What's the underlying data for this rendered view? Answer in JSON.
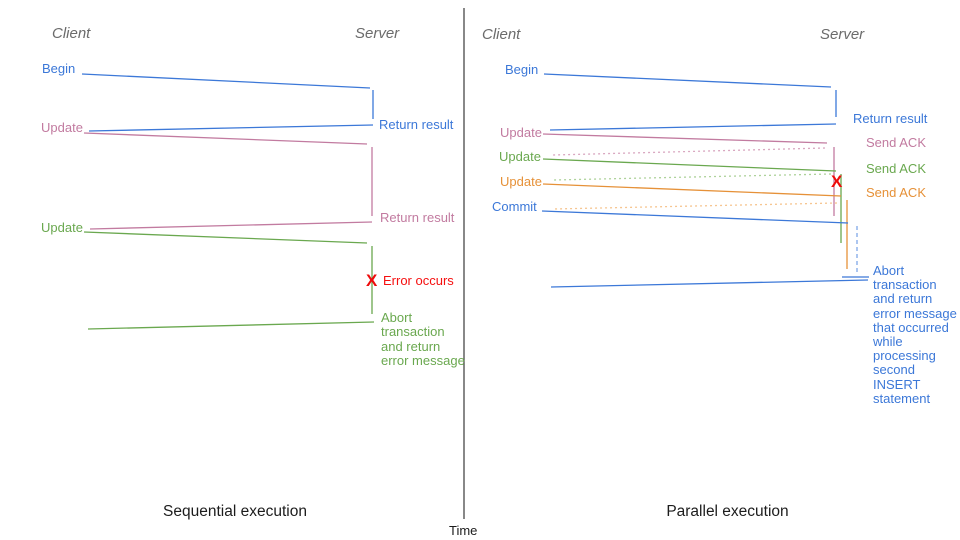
{
  "colors": {
    "blue": "#3c78d8",
    "pink": "#c27ba0",
    "green": "#6aa84f",
    "orange": "#e69138",
    "red": "#ee0b0b",
    "pink_light": "#d9a7c0",
    "green_light": "#aed29a",
    "orange_light": "#f6c590",
    "blue_light": "#7fa8e8",
    "header_gray": "#6b6b6b",
    "axis_dark": "#3a3a3a"
  },
  "time_label": "Time",
  "sequential": {
    "title": "Sequential execution",
    "client": "Client",
    "server": "Server",
    "begin": "Begin",
    "return_result_1": "Return result",
    "update_1": "Update",
    "return_result_2": "Return result",
    "update_2": "Update",
    "error_mark": "X",
    "error_label": "Error occurs",
    "abort_label": "Abort\ntransaction\nand return\nerror message"
  },
  "parallel": {
    "title": "Parallel execution",
    "client": "Client",
    "server": "Server",
    "begin": "Begin",
    "return_result": "Return result",
    "update_1": "Update",
    "send_ack_1": "Send ACK",
    "update_2": "Update",
    "send_ack_2": "Send ACK",
    "update_3": "Update",
    "send_ack_3": "Send ACK",
    "commit": "Commit",
    "error_mark": "X",
    "abort_label": "Abort\ntransaction\nand return\nerror message\nthat occurred\nwhile\nprocessing\nsecond\nINSERT\nstatement"
  }
}
